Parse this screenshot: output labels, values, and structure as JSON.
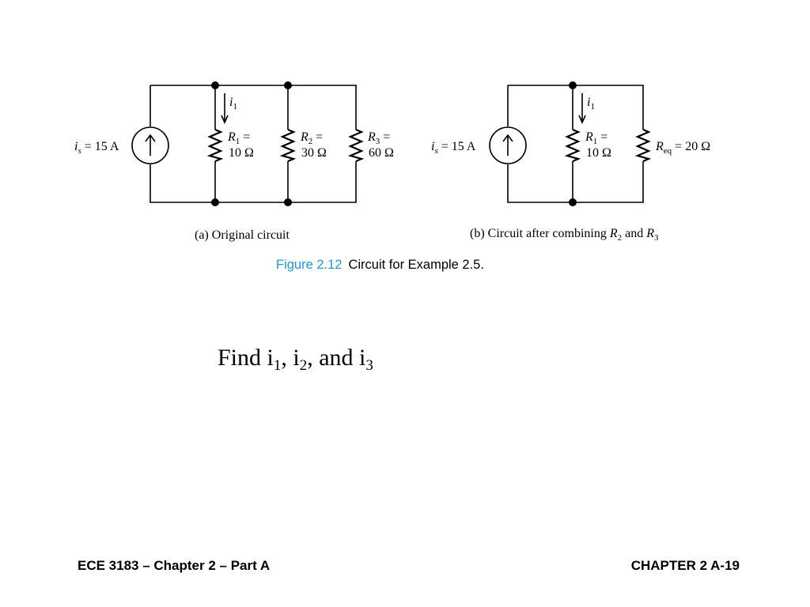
{
  "figure_a": {
    "source_label": "i",
    "source_sub": "s",
    "source_value": " = 15 A",
    "branch_current": "i",
    "branch_current_sub": "1",
    "r1_name": "R",
    "r1_sub": "1",
    "r1_eq": " =",
    "r1_value": "10 Ω",
    "r2_name": "R",
    "r2_sub": "2",
    "r2_eq": " =",
    "r2_value": "30 Ω",
    "r3_name": "R",
    "r3_sub": "3",
    "r3_eq": " =",
    "r3_value": "60 Ω",
    "caption": "(a) Original circuit"
  },
  "figure_b": {
    "source_label": "i",
    "source_sub": "s",
    "source_value": " = 15 A",
    "branch_current": "i",
    "branch_current_sub": "1",
    "r1_name": "R",
    "r1_sub": "1",
    "r1_eq": " =",
    "r1_value": "10 Ω",
    "req_name": "R",
    "req_sub": "eq",
    "req_value": " = 20 Ω",
    "caption_prefix": "(b) Circuit after combining ",
    "caption_r2": "R",
    "caption_r2_sub": "2",
    "caption_and": " and ",
    "caption_r3": "R",
    "caption_r3_sub": "3"
  },
  "figure_caption": {
    "number": "Figure 2.12",
    "text": "Circuit for Example 2.5."
  },
  "question": {
    "prefix": "Find i",
    "sub1": "1",
    "sep1": ", i",
    "sub2": "2",
    "sep2": ", and i",
    "sub3": "3"
  },
  "footer": {
    "left": "ECE 3183 – Chapter 2 – Part A",
    "right": "CHAPTER 2 A-19"
  },
  "colors": {
    "figure_number": "#1a9ad6",
    "text": "#000000",
    "background": "#ffffff"
  }
}
